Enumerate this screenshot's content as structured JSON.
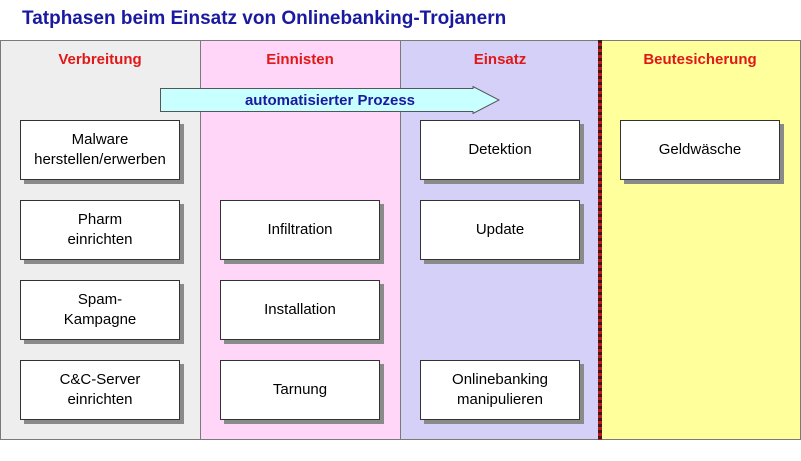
{
  "title": "Tatphasen beim Einsatz von Onlinebanking-Trojanern",
  "columns": [
    {
      "label": "Verbreitung"
    },
    {
      "label": "Einnisten"
    },
    {
      "label": "Einsatz"
    },
    {
      "label": "Beutesicherung"
    }
  ],
  "arrow": {
    "label": "automatisierter Prozess"
  },
  "boxes": {
    "verbreitung": [
      "Malware\nherstellen/erwerben",
      "Pharm\neinrichten",
      "Spam-\nKampagne",
      "C&C-Server\neinrichten"
    ],
    "einnisten": [
      "Infiltration",
      "Installation",
      "Tarnung"
    ],
    "einsatz": [
      "Detektion",
      "Update",
      "Onlinebanking\nmanipulieren"
    ],
    "beutesicherung": [
      "Geldwäsche"
    ]
  },
  "colors": {
    "verbreitung": "#eeeeee",
    "einnisten": "#ffd6f8",
    "einsatz": "#d4d0f8",
    "beutesicherung": "#ffff9c",
    "heading": "#e01818",
    "title": "#1a1aa0",
    "arrow_fill": "#c8ffff"
  }
}
